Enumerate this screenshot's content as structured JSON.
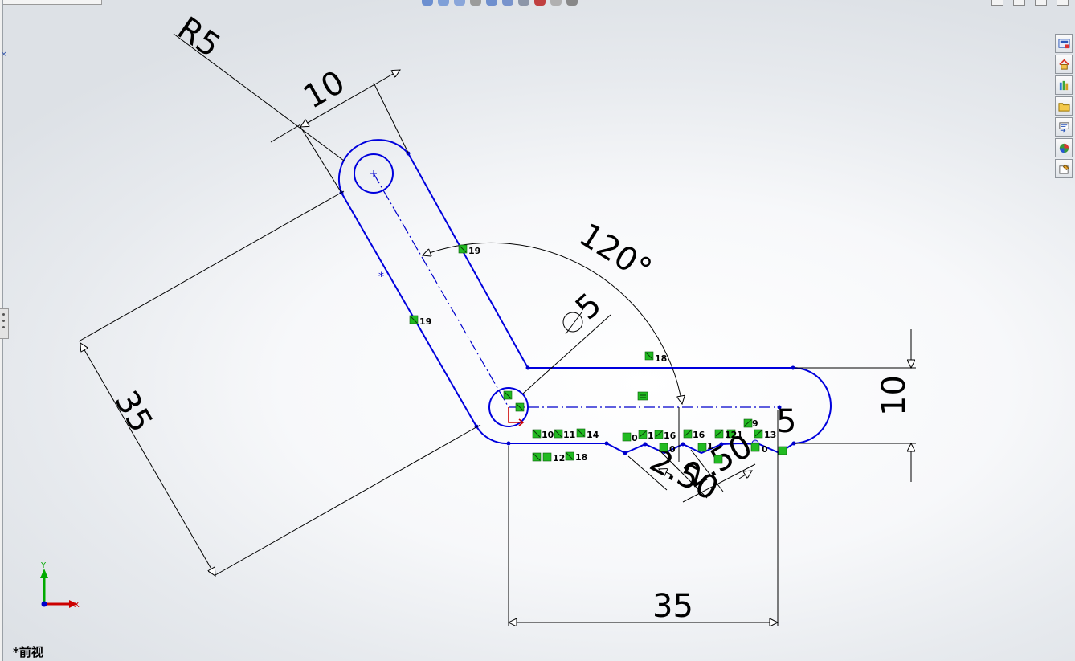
{
  "view": {
    "label": "*前视"
  },
  "dimensions": {
    "radius": "R5",
    "link_width": "10",
    "angle": "120°",
    "hole_diameter": "5",
    "link_length": "35",
    "arm_height": "10",
    "arm_end_radius": "5",
    "arm_length": "35",
    "notch_a": "2.50",
    "notch_b": "2.50"
  },
  "relations": {
    "r19a": "19",
    "r19b": "19",
    "r18": "18",
    "r10": "10",
    "r11": "11",
    "r14": "14",
    "r12a": "12",
    "r18b": "18",
    "r0a": "0",
    "r1a": "1",
    "r16a": "16",
    "r16b": "16",
    "r12b": "12",
    "r1b": "1",
    "r13": "13",
    "r9": "9",
    "r0b": "0",
    "r0c": "0",
    "r1c": "1"
  },
  "triad": {
    "x": "X",
    "y": "Y"
  },
  "colors": {
    "geometry": "#0000dd",
    "relation_badge": "#22bb22",
    "origin": "#cc0000",
    "triad_x": "#cc0000",
    "triad_y": "#00aa00",
    "triad_z": "#0000cc"
  },
  "toolbar": {
    "icons": [
      "zoom-fit-icon",
      "zoom-area-icon",
      "previous-view-icon",
      "section-view-icon",
      "view-orientation-icon",
      "display-style-icon",
      "hide-show-icon",
      "edit-appearance-icon",
      "apply-scene-icon",
      "view-settings-icon"
    ]
  },
  "task_pane": {
    "tabs": [
      "solidworks-resources-icon",
      "home-icon",
      "design-library-icon",
      "file-explorer-icon",
      "view-palette-icon",
      "appearances-icon",
      "custom-properties-icon"
    ]
  }
}
